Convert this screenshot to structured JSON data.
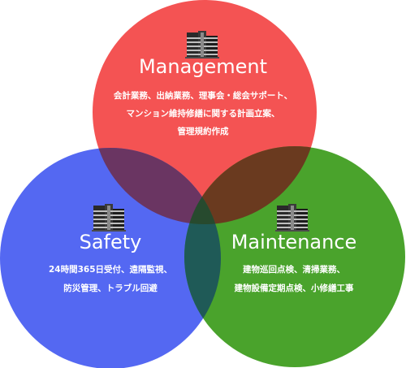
{
  "diagram": {
    "colors": {
      "management": "#f45353",
      "safety": "#5468f2",
      "maintenance": "#4aa32c",
      "overlap_mgmt_safety": "#6a3562",
      "overlap_mgmt_maint": "#6a3a1f",
      "overlap_safety_maint": "#1f5a57",
      "overlap_center": "#274a2e",
      "text": "#ffffff"
    },
    "management": {
      "icon": "building-icon",
      "title": "Management",
      "lines": [
        "会計業務、出納業務、理事会・総会サポート、",
        "マンション維持修繕に関する計画立案、",
        "管理規約作成"
      ]
    },
    "safety": {
      "icon": "building-icon",
      "title": "Safety",
      "lines": [
        "24時間365日受付、遠隔監視、",
        "防災管理、トラブル回避"
      ]
    },
    "maintenance": {
      "icon": "building-icon",
      "title": "Maintenance",
      "lines": [
        "建物巡回点検、清掃業務、",
        "建物設備定期点検、小修繕工事"
      ]
    }
  }
}
